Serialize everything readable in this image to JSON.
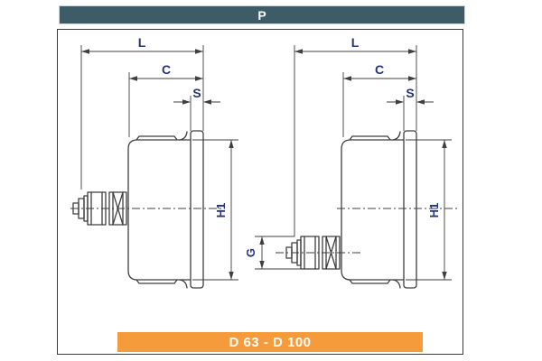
{
  "header": {
    "title": "P",
    "background": "#3e5c68",
    "text_color": "#ffffff"
  },
  "footer_banner": {
    "label": "D 63 - D 100",
    "background": "#f59b3c",
    "text_color": "#ffffff"
  },
  "diagram": {
    "line_color": "#3f3f3f",
    "dim_label_color": "#26337e",
    "page_background": "#ffffff",
    "views": [
      {
        "id": "gauge-center-back-mount",
        "dimension_labels": {
          "L": "L",
          "C": "C",
          "S": "S",
          "H1": "H1"
        }
      },
      {
        "id": "gauge-lower-back-mount",
        "dimension_labels": {
          "L": "L",
          "C": "C",
          "S": "S",
          "H1": "H1",
          "G": "G"
        }
      }
    ]
  }
}
